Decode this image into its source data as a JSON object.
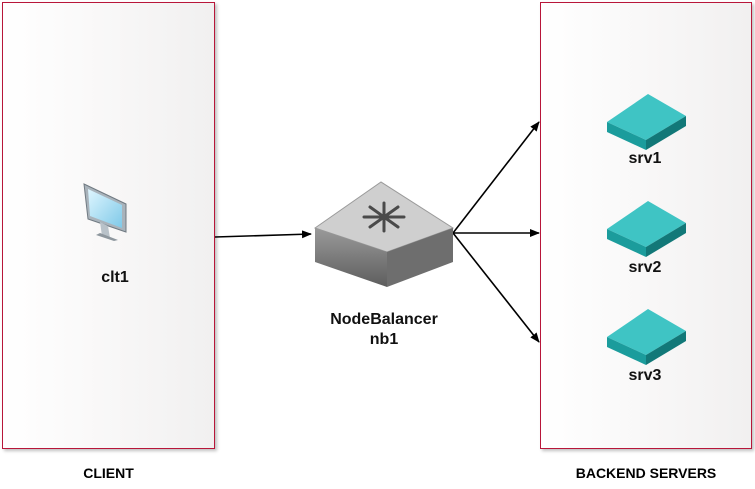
{
  "zones": {
    "client": "CLIENT",
    "backend": "BACKEND SERVERS"
  },
  "nodes": {
    "client_host": "clt1",
    "balancer_type": "NodeBalancer",
    "balancer_name": "nb1",
    "servers": [
      "srv1",
      "srv2",
      "srv3"
    ]
  },
  "icons": {
    "client": "monitor-icon",
    "balancer": "switch-icon",
    "server": "server-icon"
  },
  "colors": {
    "zone_border": "#b8163a",
    "server": "#1fa6a6",
    "balancer": "#8a8a8a"
  }
}
